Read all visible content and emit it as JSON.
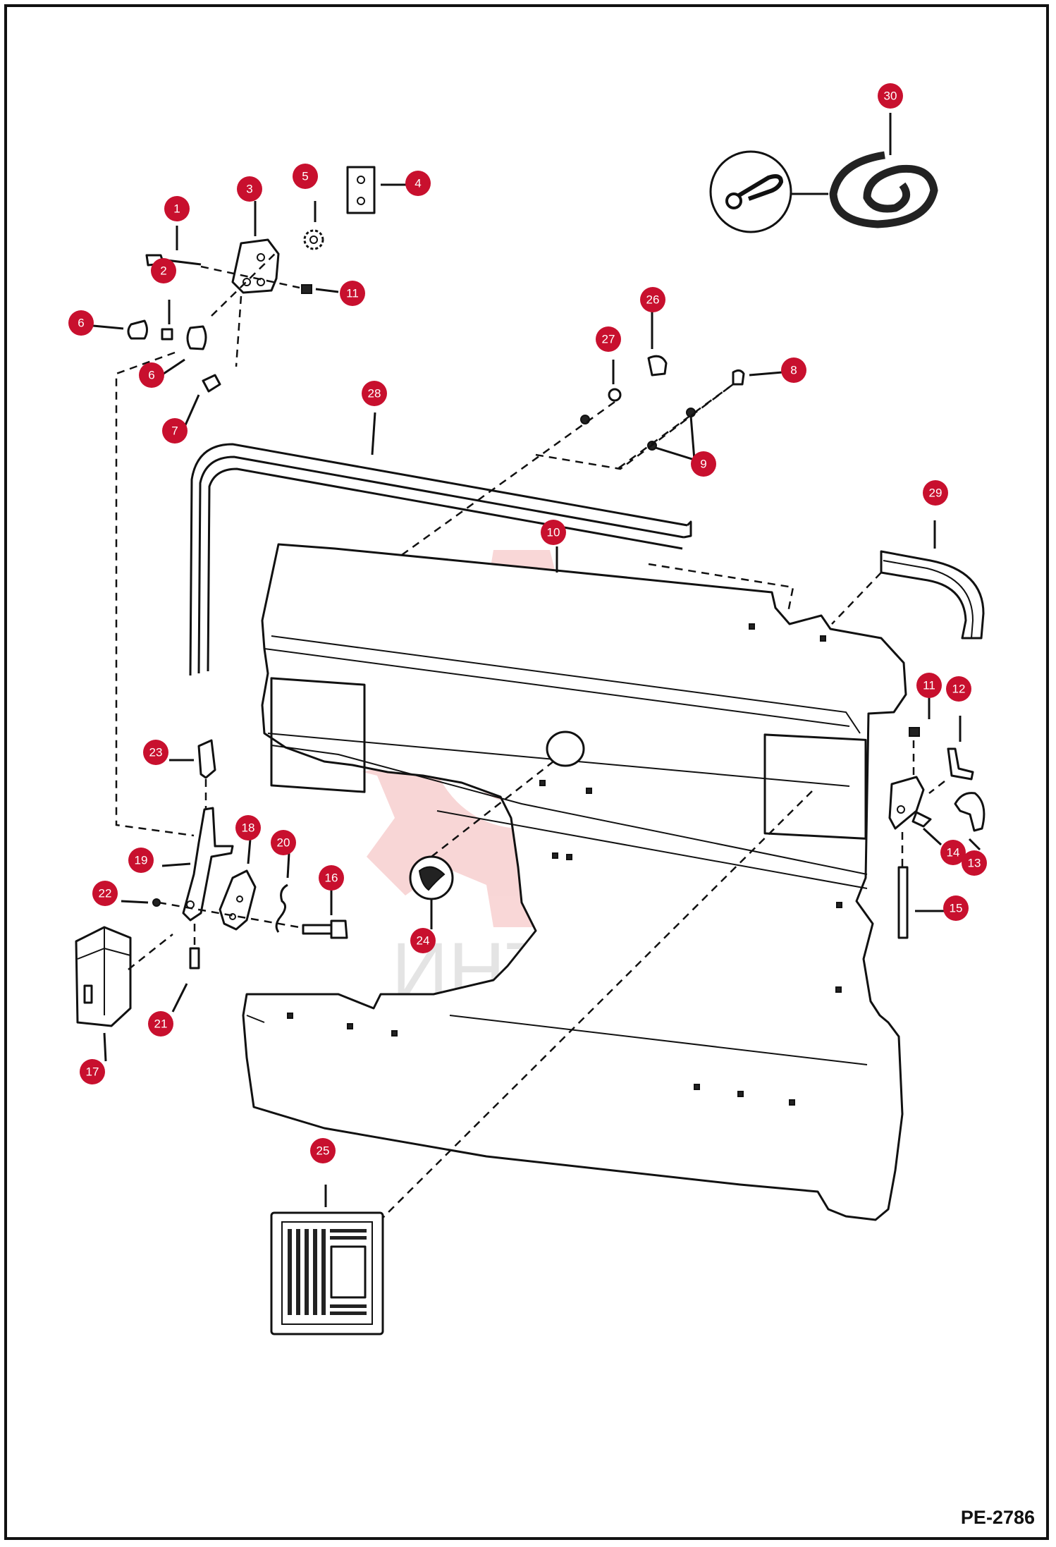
{
  "figure_id": "PE-2786",
  "watermark_text": "ИНТЕХ",
  "colors": {
    "callout": "#c8102e",
    "watermark": "#f4b6b6",
    "line": "#111111"
  },
  "callouts": [
    "1",
    "2",
    "3",
    "4",
    "5",
    "6",
    "6",
    "7",
    "8",
    "9",
    "10",
    "11",
    "11",
    "12",
    "13",
    "14",
    "15",
    "16",
    "17",
    "18",
    "19",
    "20",
    "21",
    "22",
    "23",
    "24",
    "25",
    "26",
    "27",
    "28",
    "29",
    "30"
  ]
}
